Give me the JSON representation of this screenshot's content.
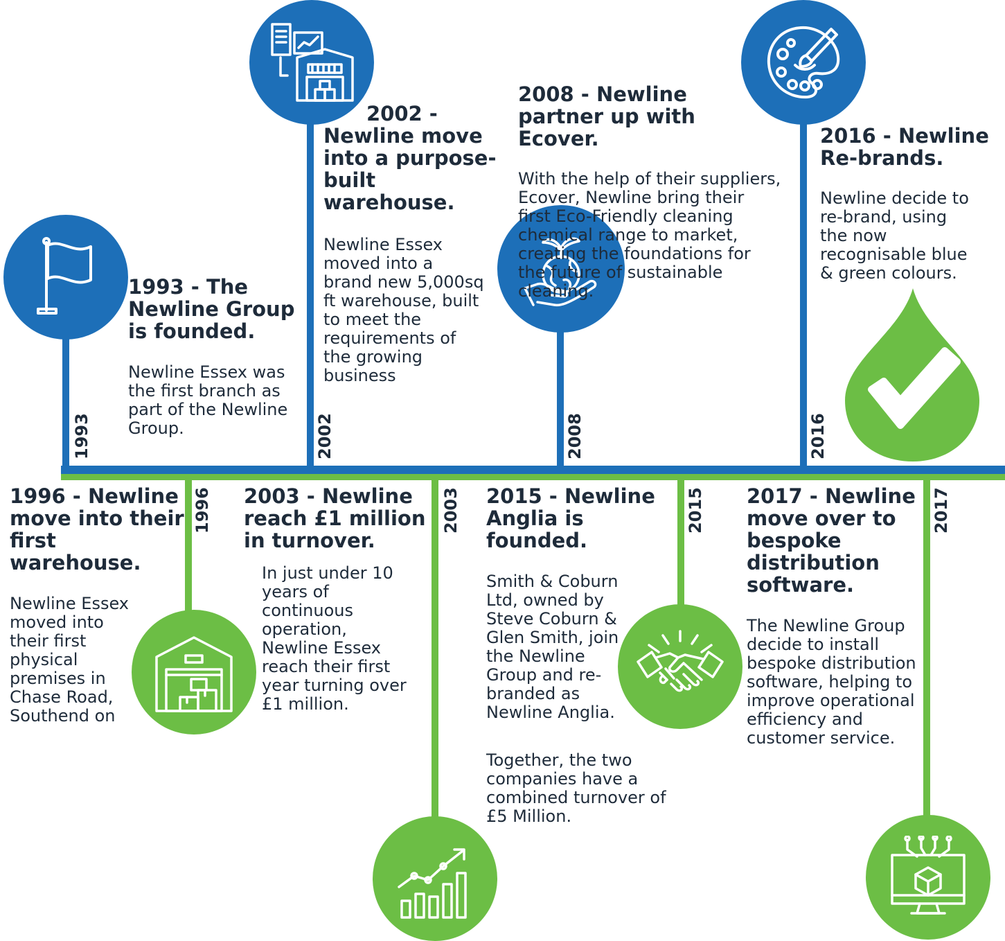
{
  "colors": {
    "blue": "#1d6fb8",
    "green": "#6cbe45",
    "text": "#1e2b3a"
  },
  "events": {
    "e1993": {
      "year": "1993",
      "title": "1993 - The Newline Group is founded.",
      "body": "Newline Essex was the first branch as part of the Newline Group.",
      "icon": "flag-icon"
    },
    "e1996": {
      "year": "1996",
      "title": "1996 - Newline move into their first warehouse.",
      "body": "Newline Essex moved into their first physical premises in Chase Road, Southend on",
      "icon": "warehouse-boxes-icon"
    },
    "e2002": {
      "year": "2002",
      "title": "2002 - Newline move into a purpose-built warehouse.",
      "body": "Newline Essex moved into a brand new 5,000sq ft warehouse, built to meet the requirements of the growing business",
      "icon": "warehouse-dashboard-icon"
    },
    "e2003": {
      "year": "2003",
      "title": "2003 - Newline reach £1 million in turnover.",
      "body": "In just under 10 years of continuous operation, Newline Essex reach their first year turning over £1 million.",
      "icon": "growth-chart-icon"
    },
    "e2008": {
      "year": "2008",
      "title": "2008 - Newline partner up with Ecover.",
      "body": "With the help of their suppliers, Ecover, Newline bring their first Eco-Friendly cleaning chemical range to market, creating the foundations for the future of sustainable cleaning.",
      "icon": "eco-globe-hand-icon"
    },
    "e2015": {
      "year": "2015",
      "title": "2015 - Newline Anglia is founded.",
      "body": "Smith & Coburn Ltd, owned by Steve Coburn & Glen Smith, join the Newline Group and re-branded as Newline Anglia.",
      "body2": "Together, the two companies have a combined turnover of £5 Million.",
      "icon": "handshake-icon"
    },
    "e2016": {
      "year": "2016",
      "title": "2016 - Newline Re-brands.",
      "body": "Newline decide to re-brand, using the now recognisable blue & green colours.",
      "icon": "palette-icon",
      "logo": "green-drop-check-logo"
    },
    "e2017": {
      "year": "2017",
      "title": "2017 - Newline move over to bespoke distribution software.",
      "body": "The Newline Group decide to install bespoke distribution software, helping to improve operational efficiency and customer service.",
      "icon": "computer-cube-icon"
    }
  }
}
